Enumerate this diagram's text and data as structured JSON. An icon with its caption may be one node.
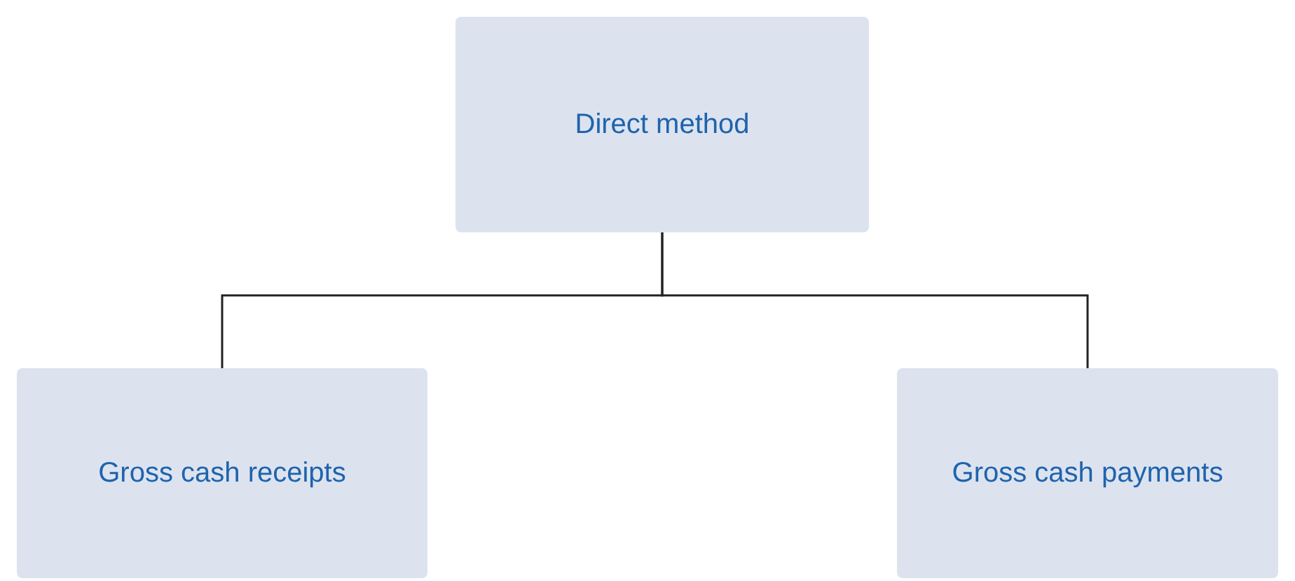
{
  "diagram": {
    "nodes": [
      {
        "text": [
          "Direct method"
        ]
      },
      {
        "text": [
          "Gross cash receipts"
        ]
      },
      {
        "text": [
          "Gross cash payments"
        ]
      }
    ],
    "edges": [
      {
        "from": 0,
        "to": 1,
        "arrow": "none"
      },
      {
        "from": 0,
        "to": 2,
        "arrow": "none"
      }
    ]
  }
}
